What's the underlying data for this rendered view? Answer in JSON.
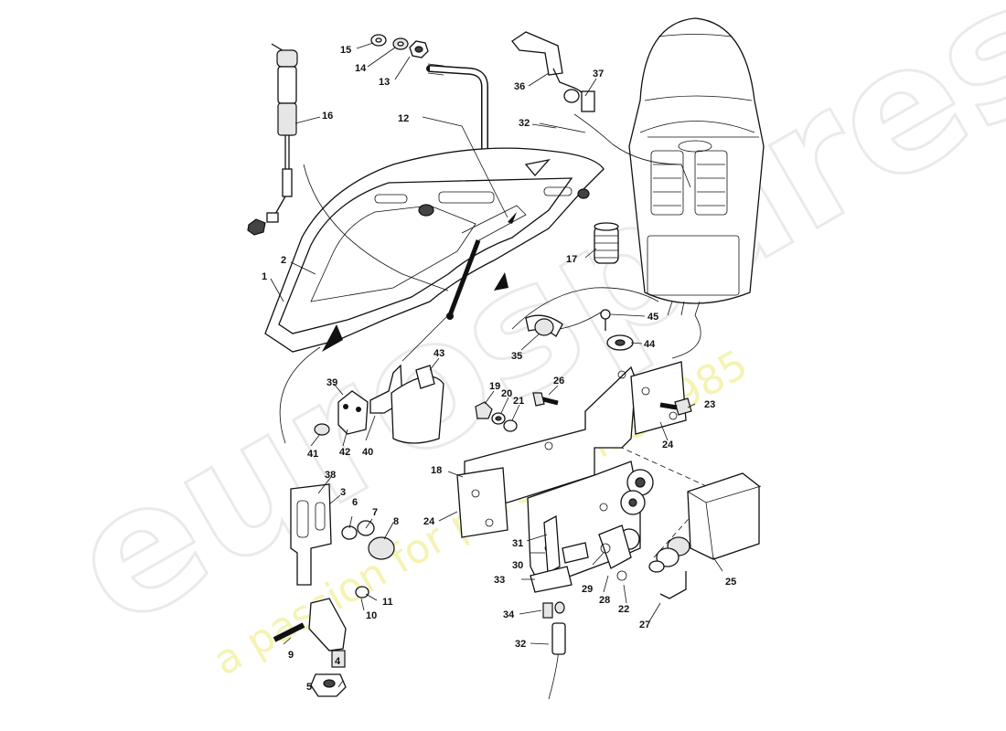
{
  "watermark": {
    "brand": "eurospares",
    "tagline": "a passion for parts since 1985"
  },
  "callouts": [
    {
      "id": "1",
      "label": "1"
    },
    {
      "id": "2",
      "label": "2"
    },
    {
      "id": "3",
      "label": "3"
    },
    {
      "id": "4",
      "label": "4"
    },
    {
      "id": "5",
      "label": "5"
    },
    {
      "id": "6",
      "label": "6"
    },
    {
      "id": "7",
      "label": "7"
    },
    {
      "id": "8",
      "label": "8"
    },
    {
      "id": "9",
      "label": "9"
    },
    {
      "id": "10",
      "label": "10"
    },
    {
      "id": "11",
      "label": "11"
    },
    {
      "id": "12",
      "label": "12"
    },
    {
      "id": "13",
      "label": "13"
    },
    {
      "id": "14",
      "label": "14"
    },
    {
      "id": "15",
      "label": "15"
    },
    {
      "id": "16",
      "label": "16"
    },
    {
      "id": "17",
      "label": "17"
    },
    {
      "id": "18",
      "label": "18"
    },
    {
      "id": "19",
      "label": "19"
    },
    {
      "id": "20",
      "label": "20"
    },
    {
      "id": "21",
      "label": "21"
    },
    {
      "id": "22",
      "label": "22"
    },
    {
      "id": "23",
      "label": "23"
    },
    {
      "id": "24a",
      "label": "24"
    },
    {
      "id": "24b",
      "label": "24"
    },
    {
      "id": "25",
      "label": "25"
    },
    {
      "id": "26",
      "label": "26"
    },
    {
      "id": "27",
      "label": "27"
    },
    {
      "id": "28",
      "label": "28"
    },
    {
      "id": "29",
      "label": "29"
    },
    {
      "id": "30",
      "label": "30"
    },
    {
      "id": "31",
      "label": "31"
    },
    {
      "id": "32a",
      "label": "32"
    },
    {
      "id": "32b",
      "label": "32"
    },
    {
      "id": "33",
      "label": "33"
    },
    {
      "id": "34",
      "label": "34"
    },
    {
      "id": "35",
      "label": "35"
    },
    {
      "id": "36",
      "label": "36"
    },
    {
      "id": "37",
      "label": "37"
    },
    {
      "id": "38",
      "label": "38"
    },
    {
      "id": "39",
      "label": "39"
    },
    {
      "id": "40",
      "label": "40"
    },
    {
      "id": "41",
      "label": "41"
    },
    {
      "id": "42",
      "label": "42"
    },
    {
      "id": "43",
      "label": "43"
    },
    {
      "id": "44",
      "label": "44"
    },
    {
      "id": "45",
      "label": "45"
    }
  ]
}
